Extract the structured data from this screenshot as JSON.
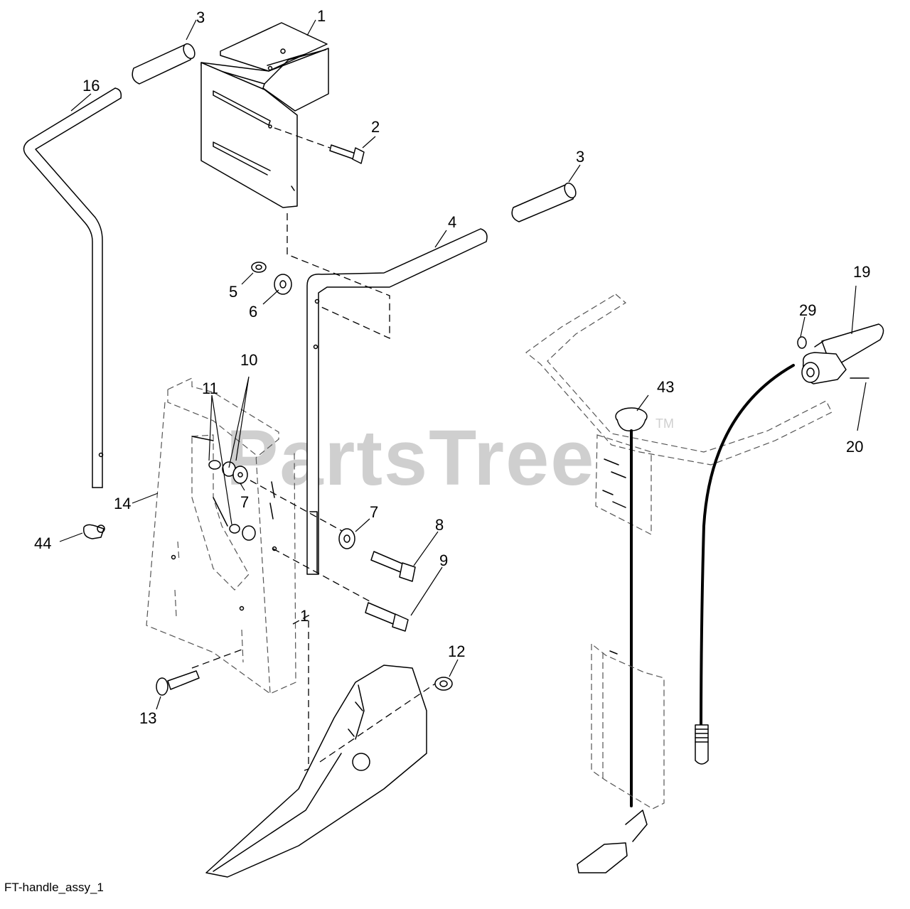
{
  "diagram": {
    "watermark": "PartsTree",
    "watermark_mark": "TM",
    "figure_name": "FT-handle_assy_1",
    "callouts": [
      {
        "id": "c1a",
        "label": "1"
      },
      {
        "id": "c1b",
        "label": "1"
      },
      {
        "id": "c2",
        "label": "2"
      },
      {
        "id": "c3a",
        "label": "3"
      },
      {
        "id": "c3b",
        "label": "3"
      },
      {
        "id": "c4",
        "label": "4"
      },
      {
        "id": "c5",
        "label": "5"
      },
      {
        "id": "c6",
        "label": "6"
      },
      {
        "id": "c7a",
        "label": "7"
      },
      {
        "id": "c7b",
        "label": "7"
      },
      {
        "id": "c8",
        "label": "8"
      },
      {
        "id": "c9",
        "label": "9"
      },
      {
        "id": "c10",
        "label": "10"
      },
      {
        "id": "c11",
        "label": "11"
      },
      {
        "id": "c12",
        "label": "12"
      },
      {
        "id": "c13",
        "label": "13"
      },
      {
        "id": "c14",
        "label": "14"
      },
      {
        "id": "c16",
        "label": "16"
      },
      {
        "id": "c19",
        "label": "19"
      },
      {
        "id": "c20",
        "label": "20"
      },
      {
        "id": "c29",
        "label": "29"
      },
      {
        "id": "c43",
        "label": "43"
      },
      {
        "id": "c44",
        "label": "44"
      }
    ]
  }
}
